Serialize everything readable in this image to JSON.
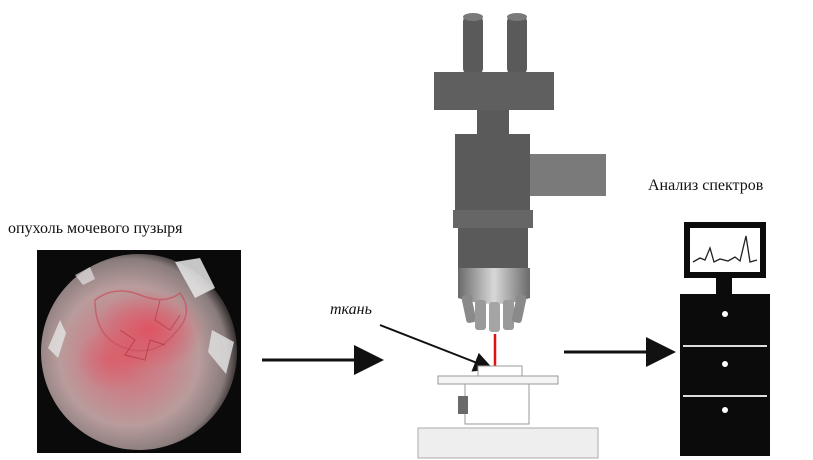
{
  "labels": {
    "tumor": "опухоль мочевого пузыря",
    "spectra": "Анализ спектров",
    "tissue": "ткань"
  },
  "colors": {
    "microscope_dark": "#5a5a5a",
    "microscope_light": "#8a8a8a",
    "laser": "#e01010",
    "cabinet": "#0b0b0b"
  },
  "icons": {
    "photo": "bladder-endoscopy-photo",
    "microscope": "raman-microscope-icon",
    "workstation": "computer-workstation-icon"
  }
}
